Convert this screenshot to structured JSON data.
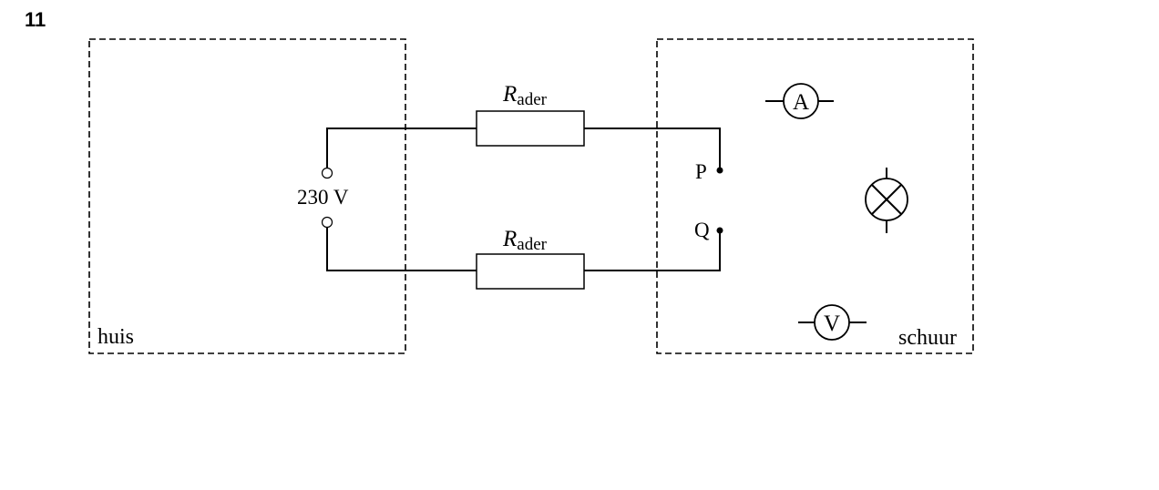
{
  "question_number": "11",
  "labels": {
    "house": "huis",
    "shed": "schuur",
    "voltage": "230 V",
    "point_p": "P",
    "point_q": "Q",
    "resistor_symbol": "R",
    "resistor_subscript": "ader",
    "ammeter": "A",
    "voltmeter": "V"
  }
}
